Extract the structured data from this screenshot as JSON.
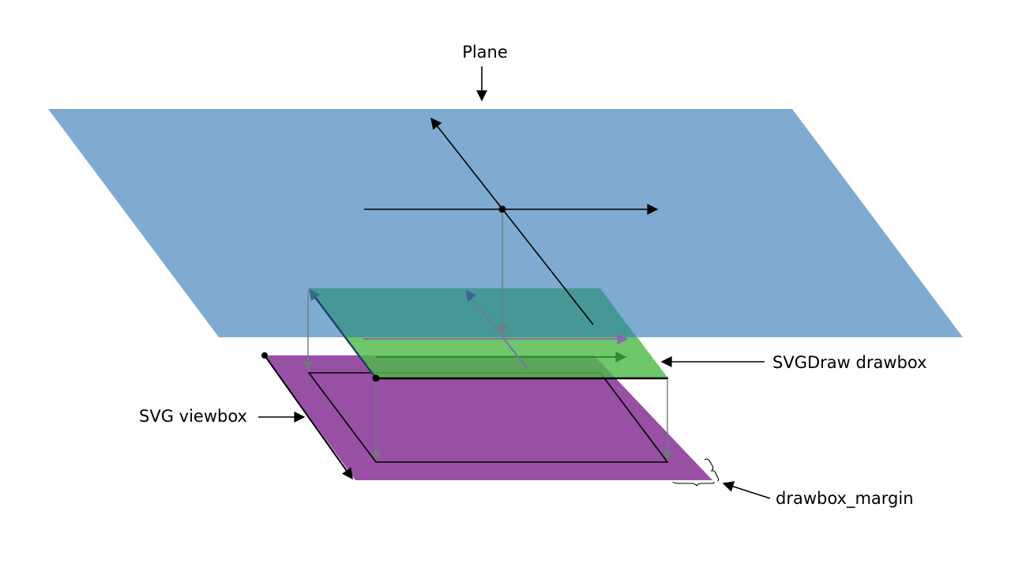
{
  "labels": {
    "plane": "Plane",
    "drawbox": "SVGDraw drawbox",
    "viewbox": "SVG viewbox",
    "margin": "drawbox_margin"
  },
  "colors": {
    "plane": "#7ba8d1",
    "drawbox": "#4fba4a",
    "viewbox": "#9850a5",
    "line": "#000000",
    "projection": "#707880"
  }
}
